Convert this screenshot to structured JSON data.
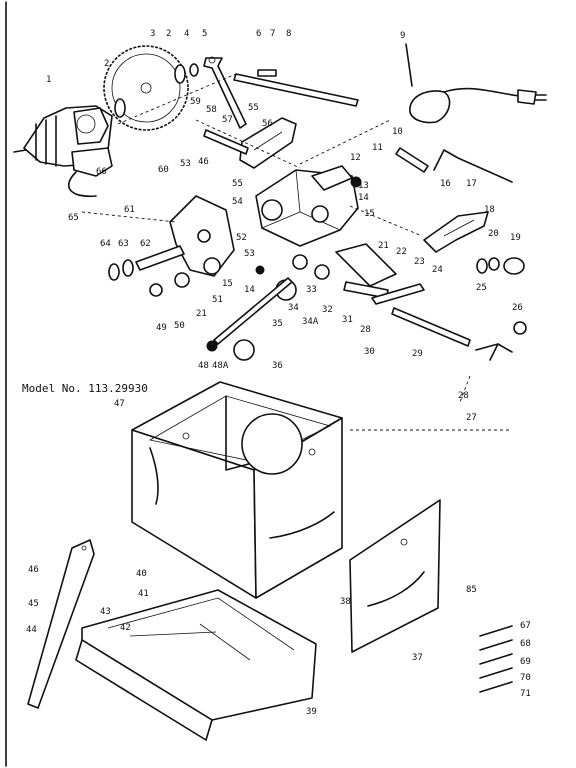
{
  "model_label": "Model No. 113.29930",
  "page_number": "85",
  "callouts": [
    {
      "id": "1"
    },
    {
      "id": "2"
    },
    {
      "id": "2b",
      "text": "2"
    },
    {
      "id": "3"
    },
    {
      "id": "4"
    },
    {
      "id": "5"
    },
    {
      "id": "6"
    },
    {
      "id": "7"
    },
    {
      "id": "8"
    },
    {
      "id": "9"
    },
    {
      "id": "10"
    },
    {
      "id": "11"
    },
    {
      "id": "12"
    },
    {
      "id": "13"
    },
    {
      "id": "14"
    },
    {
      "id": "14b",
      "text": "14"
    },
    {
      "id": "15"
    },
    {
      "id": "15b",
      "text": "15"
    },
    {
      "id": "16"
    },
    {
      "id": "17"
    },
    {
      "id": "18"
    },
    {
      "id": "19"
    },
    {
      "id": "20"
    },
    {
      "id": "21"
    },
    {
      "id": "21b",
      "text": "21"
    },
    {
      "id": "22"
    },
    {
      "id": "23"
    },
    {
      "id": "24"
    },
    {
      "id": "25"
    },
    {
      "id": "26"
    },
    {
      "id": "27"
    },
    {
      "id": "28"
    },
    {
      "id": "28b",
      "text": "28"
    },
    {
      "id": "29"
    },
    {
      "id": "30"
    },
    {
      "id": "31"
    },
    {
      "id": "32"
    },
    {
      "id": "33"
    },
    {
      "id": "34"
    },
    {
      "id": "34A"
    },
    {
      "id": "35"
    },
    {
      "id": "36"
    },
    {
      "id": "37"
    },
    {
      "id": "38"
    },
    {
      "id": "39"
    },
    {
      "id": "40"
    },
    {
      "id": "41"
    },
    {
      "id": "42"
    },
    {
      "id": "43"
    },
    {
      "id": "44"
    },
    {
      "id": "45"
    },
    {
      "id": "46"
    },
    {
      "id": "46b",
      "text": "46"
    },
    {
      "id": "47"
    },
    {
      "id": "48"
    },
    {
      "id": "48A"
    },
    {
      "id": "49"
    },
    {
      "id": "50"
    },
    {
      "id": "51"
    },
    {
      "id": "52"
    },
    {
      "id": "53"
    },
    {
      "id": "53b",
      "text": "53"
    },
    {
      "id": "54"
    },
    {
      "id": "55"
    },
    {
      "id": "55b",
      "text": "55"
    },
    {
      "id": "56"
    },
    {
      "id": "57"
    },
    {
      "id": "58"
    },
    {
      "id": "59"
    },
    {
      "id": "60"
    },
    {
      "id": "61"
    },
    {
      "id": "62"
    },
    {
      "id": "63"
    },
    {
      "id": "64"
    },
    {
      "id": "65"
    },
    {
      "id": "66"
    },
    {
      "id": "67"
    },
    {
      "id": "68"
    },
    {
      "id": "69"
    },
    {
      "id": "70"
    },
    {
      "id": "71"
    }
  ]
}
